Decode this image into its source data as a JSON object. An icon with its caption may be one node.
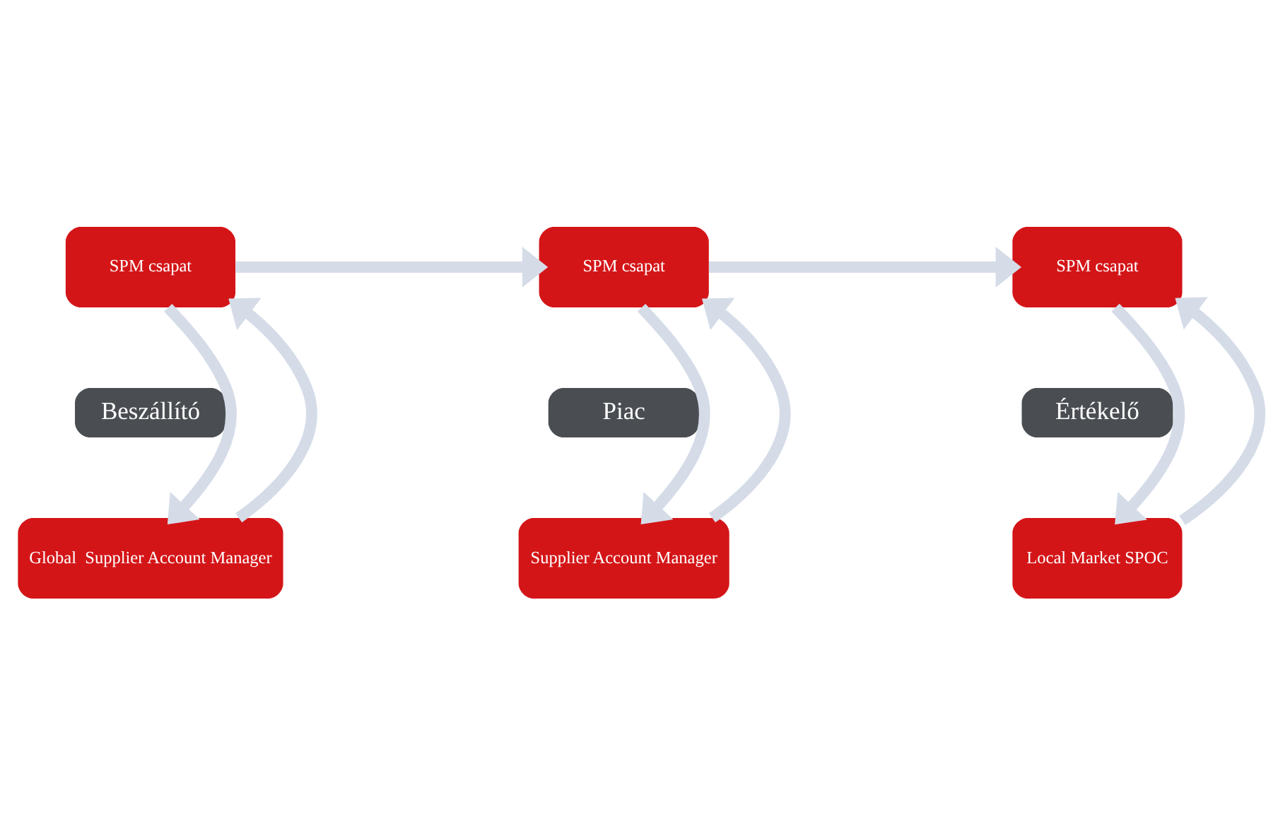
{
  "diagram": {
    "nodes": [
      {
        "text": [
          "SPM csapat"
        ]
      },
      {
        "text": [
          "SPM csapat"
        ]
      },
      {
        "text": [
          "SPM csapat"
        ]
      },
      {
        "text": [
          "Beszállító"
        ]
      },
      {
        "text": [
          "Piac"
        ]
      },
      {
        "text": [
          "Értékelő"
        ]
      },
      {
        "text": [
          "Global  Supplier Account Manager"
        ]
      },
      {
        "text": [
          "Supplier Account Manager"
        ]
      },
      {
        "text": [
          "Local Market SPOC"
        ]
      }
    ],
    "edges": [
      {
        "from": 0,
        "to": 1,
        "arrow": "to"
      },
      {
        "from": 1,
        "to": 2,
        "arrow": "to"
      },
      {
        "from": 0,
        "to": 6,
        "arrow": "to"
      },
      {
        "from": 6,
        "to": 0,
        "arrow": "to"
      },
      {
        "from": 1,
        "to": 7,
        "arrow": "to"
      },
      {
        "from": 7,
        "to": 1,
        "arrow": "to"
      },
      {
        "from": 2,
        "to": 8,
        "arrow": "to"
      },
      {
        "from": 8,
        "to": 2,
        "arrow": "to"
      }
    ]
  }
}
